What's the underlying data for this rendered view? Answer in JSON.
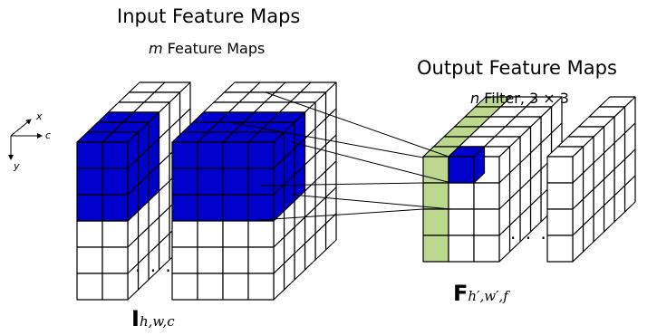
{
  "input": {
    "title": "Input Feature Maps",
    "count_var": "m",
    "count_text": " Feature Maps",
    "symbol": "I",
    "subscript": "h,w,c",
    "ellipsis": "· · ·"
  },
  "output": {
    "title": "Output Feature Maps",
    "count_var": "n",
    "count_text": " Filter, 3 × 3",
    "symbol": "F",
    "subscript": "h′,w′,f",
    "ellipsis": "· · ·"
  },
  "axes": {
    "x": "x",
    "c": "c",
    "y": "y"
  },
  "colors": {
    "highlight": "#0000cc",
    "filter_strip": "#bcd88e",
    "grid": "#000000",
    "background": "#ffffff"
  }
}
